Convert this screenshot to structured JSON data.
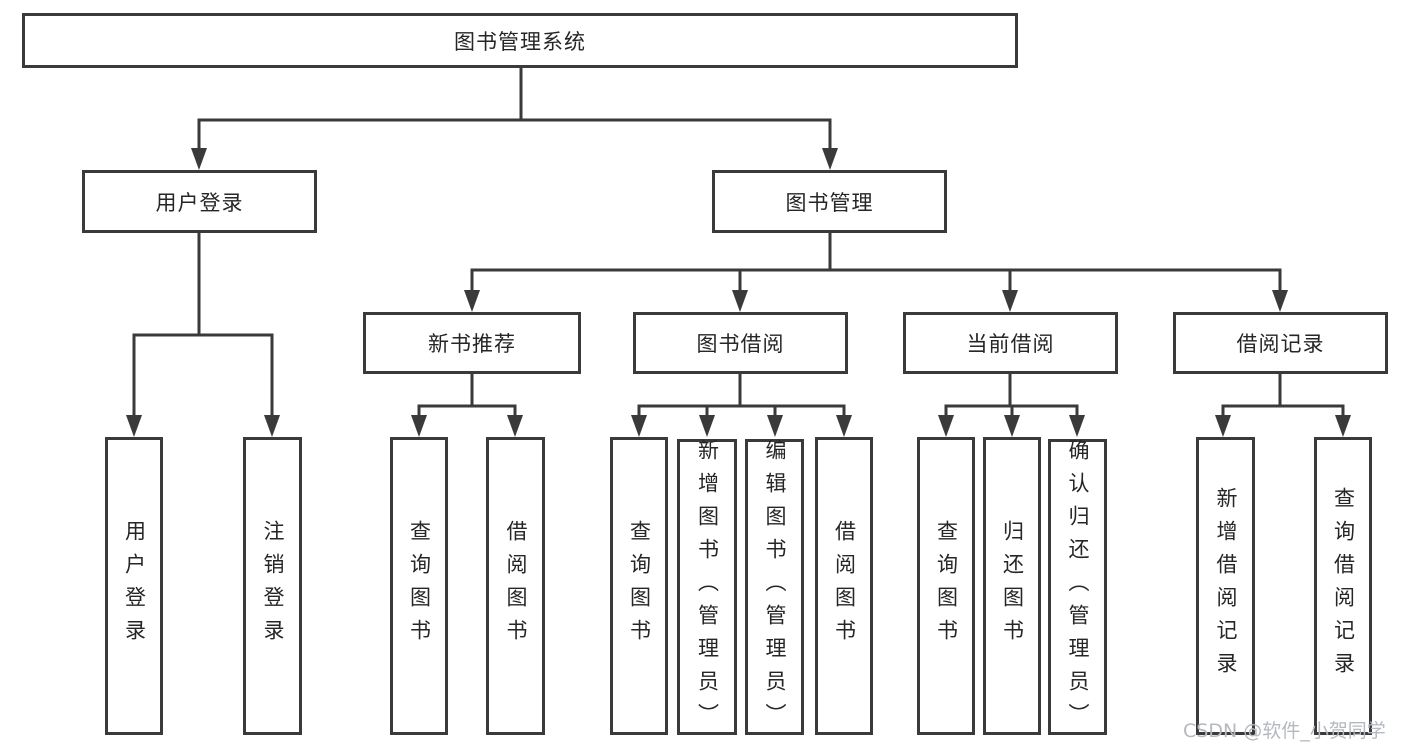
{
  "diagram": {
    "root": {
      "label": "图书管理系统"
    },
    "branches": [
      {
        "label": "用户登录",
        "children": [
          {
            "label": "用户登录"
          },
          {
            "label": "注销登录"
          }
        ]
      },
      {
        "label": "图书管理",
        "children": [
          {
            "label": "新书推荐",
            "children": [
              {
                "label": "查询图书"
              },
              {
                "label": "借阅图书"
              }
            ]
          },
          {
            "label": "图书借阅",
            "children": [
              {
                "label": "查询图书"
              },
              {
                "label": "新增图书（管理员）"
              },
              {
                "label": "编辑图书（管理员）"
              },
              {
                "label": "借阅图书"
              }
            ]
          },
          {
            "label": "当前借阅",
            "children": [
              {
                "label": "查询图书"
              },
              {
                "label": "归还图书"
              },
              {
                "label": "确认归还（管理员）"
              }
            ]
          },
          {
            "label": "借阅记录",
            "children": [
              {
                "label": "新增借阅记录"
              },
              {
                "label": "查询借阅记录"
              }
            ]
          }
        ]
      }
    ]
  },
  "watermark": {
    "text": "CSDN @软件_小贺同学",
    "color": "#b5b8be"
  },
  "colors": {
    "line": "#3a3a3a",
    "text": "#262626",
    "background": "#ffffff"
  }
}
